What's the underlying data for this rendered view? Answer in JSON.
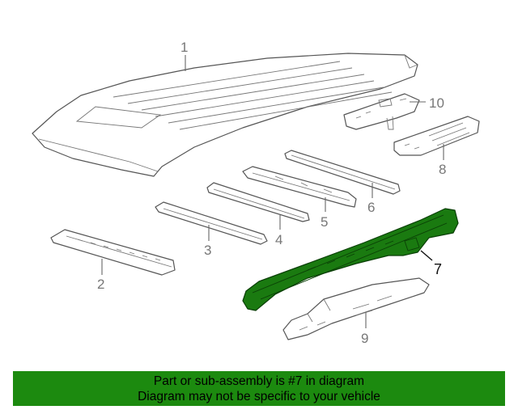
{
  "diagram": {
    "callouts": {
      "c1": "1",
      "c2": "2",
      "c3": "3",
      "c4": "4",
      "c5": "5",
      "c6": "6",
      "c7": "7",
      "c8": "8",
      "c9": "9",
      "c10": "10"
    },
    "highlighted_part": "7",
    "highlight_color": "#1a7a10"
  },
  "banner": {
    "line1": "Part or sub-assembly is #7 in diagram",
    "line2": "Diagram may not be specific to your vehicle",
    "background": "#1c8a0f"
  }
}
